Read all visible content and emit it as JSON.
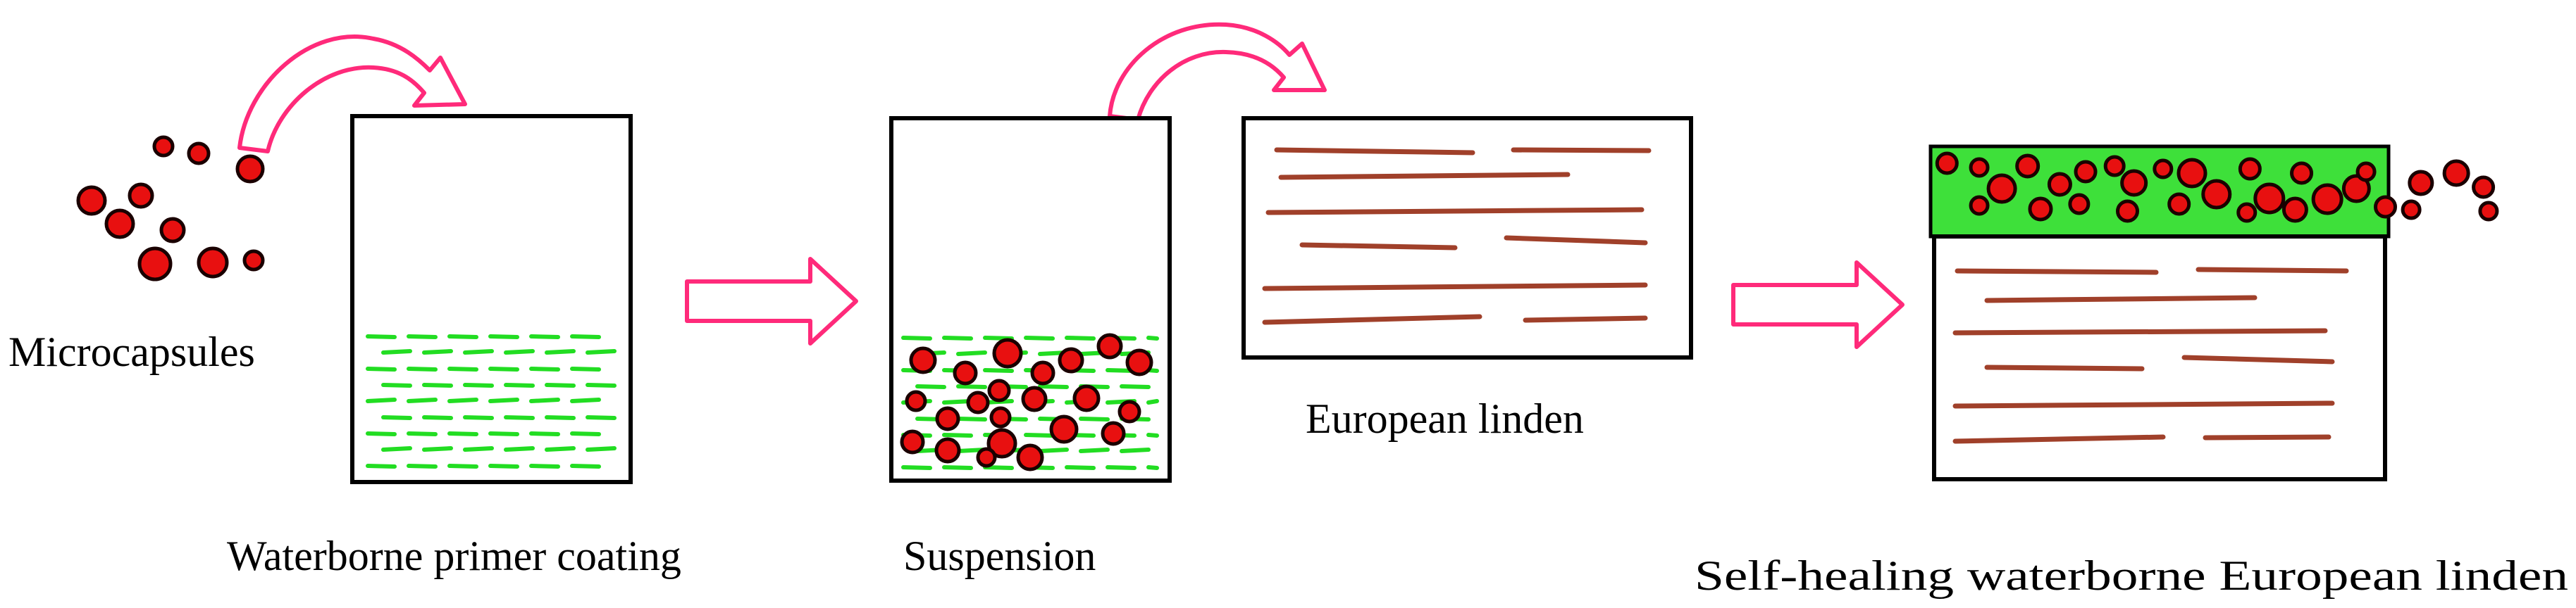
{
  "labels": {
    "microcapsules": "Microcapsules",
    "primer": "Waterborne primer coating",
    "suspension": "Suspension",
    "linden": "European linden",
    "result": "Self-healing waterborne European linden"
  },
  "colors": {
    "capsule_fill": "#e81010",
    "capsule_stroke": "#1a0000",
    "coating_green": "#22dd22",
    "wood_grain": "#a0402a",
    "arrow_outline": "#ff2a7a",
    "arrow_fill": "#ffffff",
    "box_stroke": "#000000"
  },
  "icons": [
    "curved-arrow",
    "straight-arrow",
    "microcapsule",
    "container",
    "wood-panel"
  ]
}
